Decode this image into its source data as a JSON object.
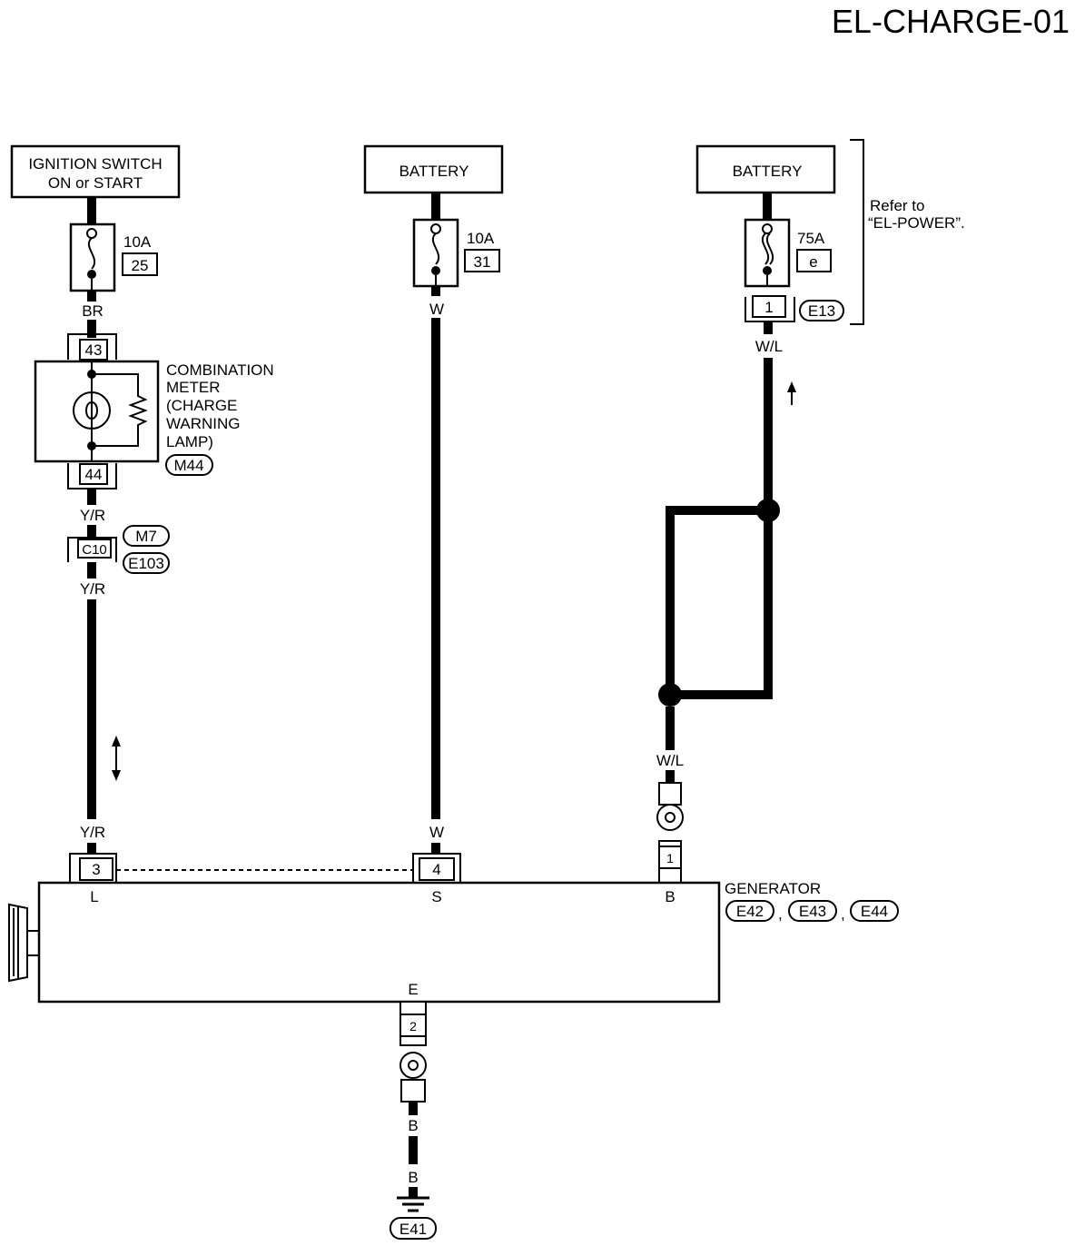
{
  "title": "EL-CHARGE-01",
  "ignition": {
    "line1": "IGNITION SWITCH",
    "line2": "ON or START"
  },
  "battery_mid": {
    "label": "BATTERY"
  },
  "battery_right": {
    "label": "BATTERY"
  },
  "refer": {
    "line1": "Refer to",
    "line2": "“EL-POWER”."
  },
  "fuses": {
    "left": {
      "rating": "10A",
      "number": "25"
    },
    "mid": {
      "rating": "10A",
      "number": "31"
    },
    "right": {
      "rating": "75A",
      "number": "e"
    }
  },
  "wires": {
    "br": "BR",
    "w_top": "W",
    "w_bottom": "W",
    "wl_top": "W/L",
    "wl_bottom": "W/L",
    "yr_1": "Y/R",
    "yr_2": "Y/R",
    "yr_3": "Y/R",
    "b_1": "B",
    "b_2": "B"
  },
  "connectors": {
    "c43": "43",
    "c44": "44",
    "c10": "C10",
    "e13_pin": "1",
    "gen_l_pin": "3",
    "gen_s_pin": "4",
    "gen_b_pin": "1",
    "gen_e_pin": "2"
  },
  "tags": {
    "m44": "M44",
    "m7": "M7",
    "e103": "E103",
    "e13": "E13",
    "e42": "E42",
    "e43": "E43",
    "e44": "E44",
    "e41": "E41"
  },
  "combination_meter": {
    "lines": [
      "COMBINATION",
      "METER",
      "(CHARGE",
      "WARNING",
      "LAMP)"
    ]
  },
  "generator": {
    "name": "GENERATOR",
    "sep1": ",",
    "sep2": ",",
    "terminal_l": "L",
    "terminal_s": "S",
    "terminal_b": "B",
    "terminal_e": "E"
  }
}
